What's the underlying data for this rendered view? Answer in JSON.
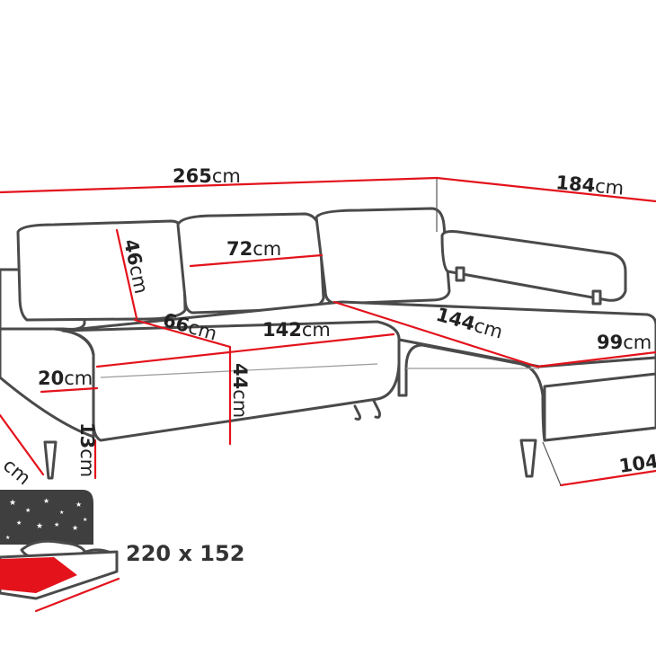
{
  "dimensions": {
    "total_width": {
      "value": "265",
      "unit": "cm"
    },
    "chaise_width": {
      "value": "184",
      "unit": "cm"
    },
    "back_cushion_height": {
      "value": "46",
      "unit": "cm"
    },
    "back_cushion_width": {
      "value": "72",
      "unit": "cm"
    },
    "seat_depth": {
      "value": "66",
      "unit": "cm"
    },
    "seat_width": {
      "value": "142",
      "unit": "cm"
    },
    "chaise_length": {
      "value": "144",
      "unit": "cm"
    },
    "chaise_front_width": {
      "value": "99",
      "unit": "cm"
    },
    "armrest_height": {
      "value": "20",
      "unit": "cm"
    },
    "seat_height": {
      "value": "44",
      "unit": "cm"
    },
    "leg_height": {
      "value": "13",
      "unit": "cm"
    },
    "side_depth": {
      "value": "",
      "unit": "cm"
    },
    "chaise_depth": {
      "value": "104",
      "unit": ""
    }
  },
  "bed": {
    "size_label": "220 x 152"
  },
  "colors": {
    "outline": "#4a4a4a",
    "dimension_line": "#e3121b",
    "bed_area": "#e3121b",
    "storage_box": "#3f3f3f"
  }
}
